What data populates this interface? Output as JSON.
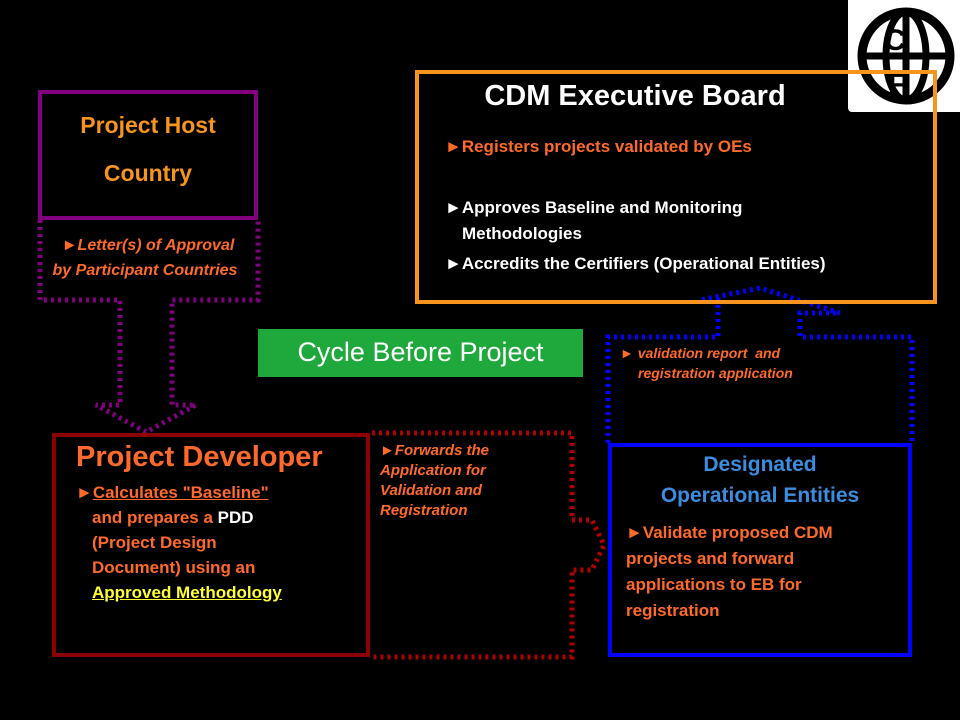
{
  "logo": {
    "letters": [
      "C",
      "F"
    ]
  },
  "host": {
    "title_line1": "Project Host",
    "title_line2": "Country",
    "approval_line1": "►Letter(s) of Approval",
    "approval_line2": "by Participant Countries"
  },
  "board": {
    "title": "CDM Executive Board",
    "item1": "►Registers projects validated by OEs",
    "item2_line1": "►Approves Baseline and Monitoring",
    "item2_line2": "Methodologies",
    "item3": "►Accredits the Certifiers (Operational Entities)"
  },
  "cycle_label": "Cycle Before Project",
  "validation_note": {
    "line1": "► validation report  and",
    "line2": "registration application"
  },
  "developer": {
    "title": "Project Developer",
    "arrow": "►",
    "line1": "Calculates \"Baseline\"",
    "line2_pre": "and prepares a ",
    "line2_pdd": "PDD",
    "line3": "(Project Design",
    "line4": "Document) using an",
    "line5": "Approved Methodology"
  },
  "forward_note": {
    "line1": "►Forwards the",
    "line2": "Application for",
    "line3": "Validation and",
    "line4": "Registration"
  },
  "doe": {
    "title_line1": "Designated",
    "title_line2": "Operational Entities",
    "line1": "►Validate proposed CDM",
    "line2": "projects and forward",
    "line3": "applications to EB for",
    "line4": "registration"
  },
  "colors": {
    "host_border": "#800080",
    "board_border": "#f7941d",
    "developer_border": "#8b0000",
    "doe_border": "#0000ff",
    "cycle_bg": "#1fa83b"
  }
}
